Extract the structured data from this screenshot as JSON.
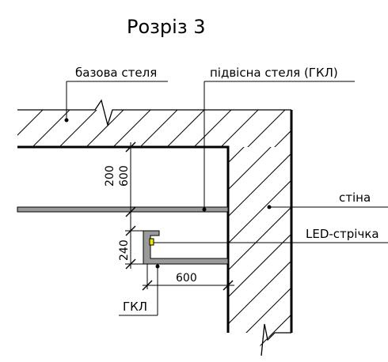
{
  "title": "Розріз 3",
  "labels": {
    "base_ceiling": "базова стеля",
    "suspended_ceiling": "підвісна стеля (ГКЛ)",
    "wall": "стіна",
    "led_strip": "LED-стрічка",
    "gkl": "ГКЛ"
  },
  "dimensions": {
    "d200": "200",
    "d600_vertical": "600",
    "d240": "240",
    "d600_horizontal": "600"
  },
  "colors": {
    "line": "#000000",
    "hatch": "#000000",
    "board_fill": "#9a9a9a",
    "led": "#f2e600"
  }
}
